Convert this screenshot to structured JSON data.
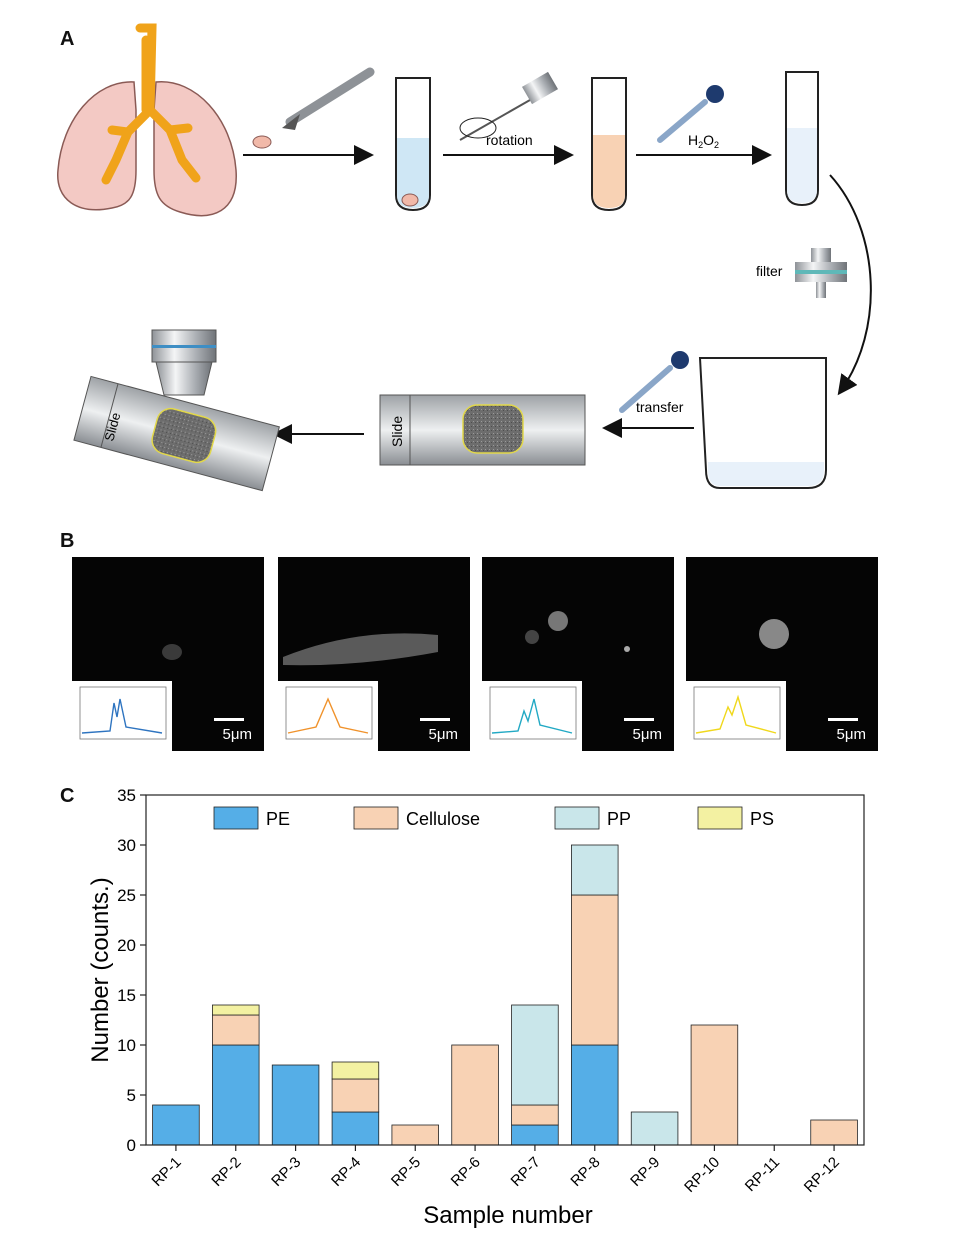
{
  "panels": {
    "a": "A",
    "b": "B",
    "c": "C"
  },
  "workflow": {
    "rotation_label": "rotation",
    "h2o2_main": "H",
    "h2o2_sub1": "2",
    "h2o2_mid": "O",
    "h2o2_sub2": "2",
    "filter_label": "filter",
    "transfer_label": "transfer",
    "slide_label_1": "Slide",
    "slide_label_2": "Slide"
  },
  "micrographs": [
    {
      "scale": "5μm",
      "spectrum_color": "#2e74c0"
    },
    {
      "scale": "5μm",
      "spectrum_color": "#f0922b"
    },
    {
      "scale": "5μm",
      "spectrum_color": "#22a9c4"
    },
    {
      "scale": "5μm",
      "spectrum_color": "#f0d81c"
    }
  ],
  "chart_data": {
    "type": "bar",
    "stacked": true,
    "categories": [
      "RP-1",
      "RP-2",
      "RP-3",
      "RP-4",
      "RP-5",
      "RP-6",
      "RP-7",
      "RP-8",
      "RP-9",
      "RP-10",
      "RP-11",
      "RP-12"
    ],
    "series": [
      {
        "name": "PE",
        "color": "#55aee7",
        "values": [
          4,
          10,
          8,
          3.3,
          0,
          0,
          2,
          10,
          0,
          0,
          0,
          0
        ]
      },
      {
        "name": "Cellulose",
        "color": "#f8d2b4",
        "values": [
          0,
          3,
          0,
          3.3,
          2,
          10,
          2,
          15,
          0,
          12,
          0,
          2.5
        ]
      },
      {
        "name": "PP",
        "color": "#c9e6ea",
        "values": [
          0,
          0,
          0,
          0,
          0,
          0,
          10,
          5,
          3.3,
          0,
          0,
          0
        ]
      },
      {
        "name": "PS",
        "color": "#f3f1a2",
        "values": [
          0,
          1,
          0,
          1.7,
          0,
          0,
          0,
          0,
          0,
          0,
          0,
          0
        ]
      }
    ],
    "xlabel": "Sample number",
    "ylabel": "Number (counts.)",
    "ylim": [
      0,
      35
    ],
    "yticks": [
      0,
      5,
      10,
      15,
      20,
      25,
      30,
      35
    ],
    "legend_position": "top",
    "grid": false
  }
}
